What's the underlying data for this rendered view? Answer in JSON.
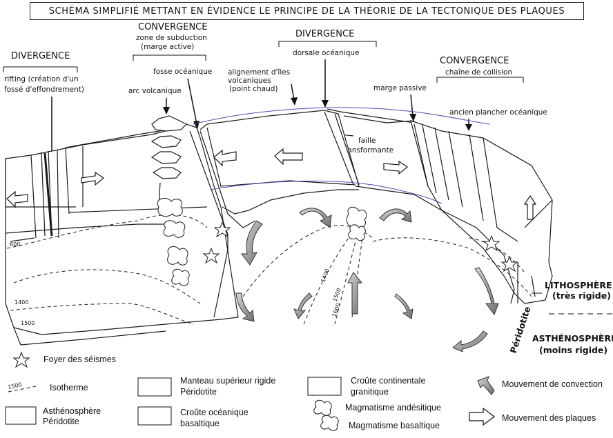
{
  "title": "SCHÉMA SIMPLIFIÉ METTANT EN ÉVIDENCE LE PRINCIPE DE LA THÉORIE DE LA TECTONIQUE DES PLAQUES",
  "labels": {
    "divergence_left": "DIVERGENCE",
    "rifting_l1": "rifting (création d'un",
    "rifting_l2": "fossé d'effondrement)",
    "convergence_left": "CONVERGENCE",
    "subduction_l1": "zone de subduction",
    "subduction_l2": "(marge active)",
    "arc_volcanique": "arc volcanique",
    "fosse_oceanique": "fosse océanique",
    "alignement_l1": "alignement d'îles",
    "alignement_l2": "volcaniques",
    "alignement_l3": "(point chaud)",
    "divergence_center": "DIVERGENCE",
    "dorsale": "dorsale océanique",
    "faille_l1": "faille",
    "faille_l2": "transformante",
    "marge_passive": "marge passive",
    "convergence_right": "CONVERGENCE",
    "chaine_collision": "chaîne de collision",
    "ancien_plancher": "ancien plancher océanique",
    "lithosphere": "LITHOSPHÈRE",
    "lithosphere_sub": "(très rigide)",
    "asthenosphere": "ASTHÉNOSPHÈRE",
    "asthenosphere_sub": "(moins rigide)",
    "peridotite": "Péridotite"
  },
  "isotherms": [
    "600",
    "1400",
    "1500",
    "1400",
    "1500",
    "1600"
  ],
  "legend": {
    "foyer": "Foyer des séismes",
    "isotherme_value": "1500",
    "isotherme": "Isotherme",
    "manteau_l1": "Manteau supérieur rigide",
    "manteau_l2": "Péridotite",
    "croute_cont_l1": "Croûte continentale",
    "croute_cont_l2": "granitique",
    "convection": "Mouvement de convection",
    "astheno_l1": "Asthénosphère",
    "astheno_l2": "Péridotite",
    "croute_oc_l1": "Croûte océanique",
    "croute_oc_l2": "basaltique",
    "magma_andesitique": "Magmatisme andésitique",
    "magma_basaltique": "Magmatisme basaltique",
    "plaques": "Mouvement des plaques"
  },
  "colors": {
    "line": "#1a1a1a",
    "purple_line": "#4b4bb0",
    "arrow_gray": "#8a8a8a"
  }
}
